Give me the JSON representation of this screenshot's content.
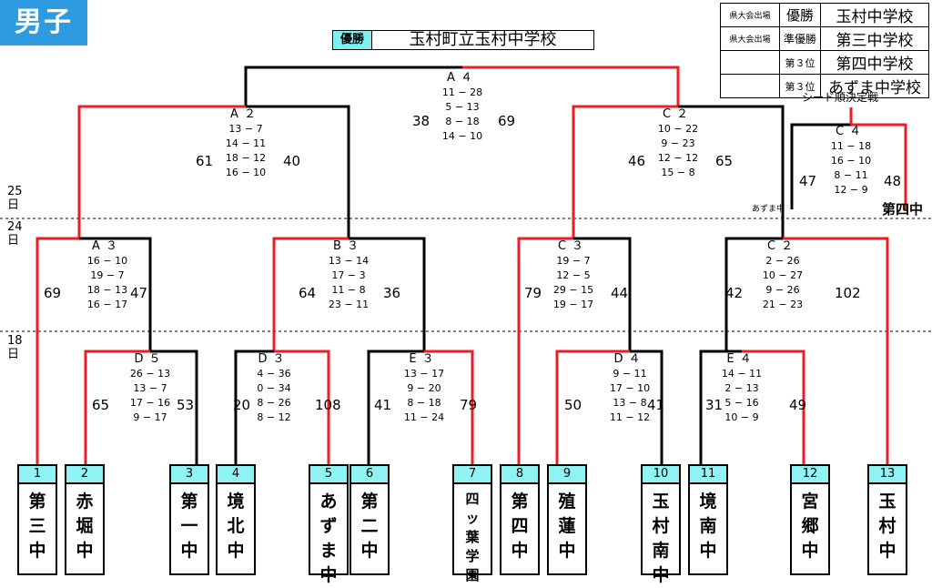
{
  "title": "男子",
  "champion": {
    "label": "優勝",
    "school": "玉村町立玉村中学校"
  },
  "results": [
    {
      "note": "県大会出場",
      "rank": "優勝",
      "school": "玉村中学校"
    },
    {
      "note": "県大会出場",
      "rank": "準優勝",
      "school": "第三中学校"
    },
    {
      "note": "",
      "rank": "第３位",
      "school": "第四中学校"
    },
    {
      "note": "",
      "rank": "第３位",
      "school": "あずま中学校"
    }
  ],
  "seed_label": "シード順決定戦",
  "dates": {
    "d25": [
      "25",
      "日"
    ],
    "d24": [
      "24",
      "日"
    ],
    "d18": [
      "18",
      "日"
    ]
  },
  "teams": [
    {
      "no": "1",
      "name": [
        "第",
        "三",
        "中"
      ]
    },
    {
      "no": "2",
      "name": [
        "赤",
        "堀",
        "中"
      ]
    },
    {
      "no": "3",
      "name": [
        "第",
        "一",
        "中"
      ]
    },
    {
      "no": "4",
      "name": [
        "境",
        "北",
        "中"
      ]
    },
    {
      "no": "5",
      "name": [
        "あ",
        "ず",
        "ま",
        "中"
      ]
    },
    {
      "no": "6",
      "name": [
        "第",
        "二",
        "中"
      ]
    },
    {
      "no": "7",
      "name": [
        "四",
        "ッ",
        "葉",
        "学",
        "園"
      ]
    },
    {
      "no": "8",
      "name": [
        "第",
        "四",
        "中"
      ]
    },
    {
      "no": "9",
      "name": [
        "殖",
        "蓮",
        "中"
      ]
    },
    {
      "no": "10",
      "name": [
        "玉",
        "村",
        "南",
        "中"
      ]
    },
    {
      "no": "11",
      "name": [
        "境",
        "南",
        "中"
      ]
    },
    {
      "no": "12",
      "name": [
        "宮",
        "郷",
        "中"
      ]
    },
    {
      "no": "13",
      "name": [
        "玉",
        "村",
        "中"
      ]
    }
  ],
  "matches": {
    "A4": {
      "name": "A４",
      "left": "38",
      "right": "69",
      "quarters": [
        "11 − 28",
        "5 − 13",
        "8 − 18",
        "14 − 10"
      ]
    },
    "A2": {
      "name": "A２",
      "left": "61",
      "right": "40",
      "quarters": [
        "13 − 7",
        "14 − 11",
        "18 − 12",
        "16 − 10"
      ]
    },
    "C2t": {
      "name": "C２",
      "left": "46",
      "right": "65",
      "quarters": [
        "10 − 22",
        "9 − 23",
        "12 − 12",
        "15 − 8"
      ]
    },
    "C4": {
      "name": "C４",
      "left": "47",
      "right": "48",
      "quarters": [
        "11 − 18",
        "16 − 10",
        "8 − 11",
        "12 − 9"
      ],
      "left_team": "あずま中",
      "right_team": "第四中"
    },
    "A3": {
      "name": "A３",
      "left": "69",
      "right": "47",
      "quarters": [
        "16 − 10",
        "19 − 7",
        "18 − 13",
        "16 − 17"
      ]
    },
    "B3": {
      "name": "B３",
      "left": "64",
      "right": "36",
      "quarters": [
        "13 − 14",
        "17 − 3",
        "11 − 8",
        "23 − 11"
      ]
    },
    "C3": {
      "name": "C３",
      "left": "79",
      "right": "44",
      "quarters": [
        "19 − 7",
        "12 − 5",
        "29 − 15",
        "19 − 17"
      ]
    },
    "C2b": {
      "name": "C２",
      "left": "42",
      "right": "102",
      "quarters": [
        "2 − 26",
        "10 − 27",
        "9 − 26",
        "21 − 23"
      ]
    },
    "D5": {
      "name": "D５",
      "left": "65",
      "right": "53",
      "quarters": [
        "26 − 13",
        "13 − 7",
        "17 − 16",
        "9 − 17"
      ]
    },
    "D3": {
      "name": "D３",
      "left": "20",
      "right": "108",
      "quarters": [
        "4 − 36",
        "0 − 34",
        "8 − 26",
        "8 − 12"
      ]
    },
    "E3": {
      "name": "E３",
      "left": "41",
      "right": "79",
      "quarters": [
        "13 − 17",
        "9 − 20",
        "8 − 18",
        "11 − 24"
      ]
    },
    "D4": {
      "name": "D４",
      "left": "50",
      "right": "41",
      "quarters": [
        "9 − 11",
        "17 − 10",
        "13 − 8",
        "11 − 12"
      ]
    },
    "E4": {
      "name": "E４",
      "left": "31",
      "right": "49",
      "quarters": [
        "14 − 11",
        "2 − 13",
        "5 − 16",
        "10 − 9"
      ]
    }
  },
  "colors": {
    "win": "#ee1c24",
    "lose": "#000000",
    "title_bg": "#2d9be0",
    "label_bg": "#8ff3f3"
  }
}
